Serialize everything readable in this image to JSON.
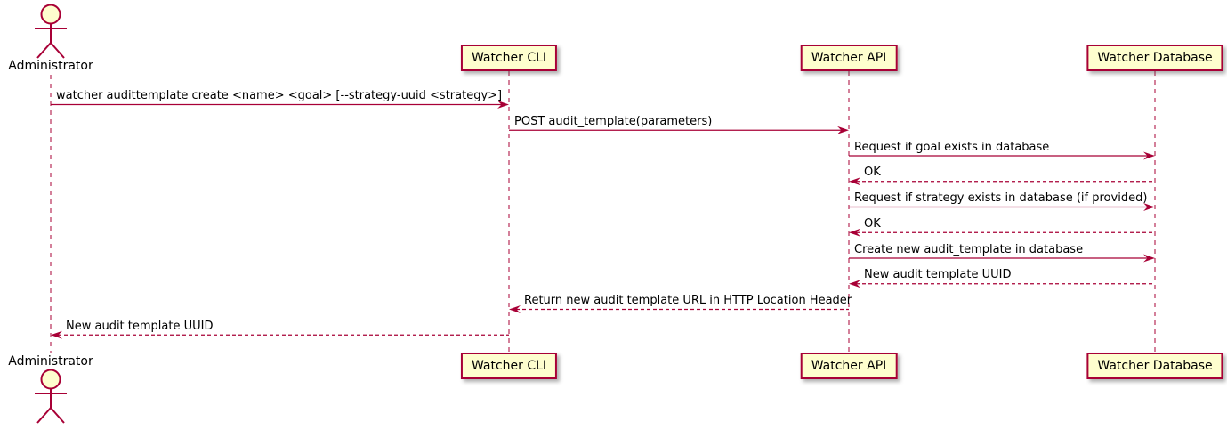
{
  "diagram": {
    "type": "sequence",
    "participants": [
      {
        "id": "administrator",
        "label": "Administrator",
        "kind": "actor"
      },
      {
        "id": "watcher-cli",
        "label": "Watcher CLI",
        "kind": "participant"
      },
      {
        "id": "watcher-api",
        "label": "Watcher API",
        "kind": "participant"
      },
      {
        "id": "watcher-database",
        "label": "Watcher Database",
        "kind": "participant"
      }
    ],
    "messages": [
      {
        "from": "administrator",
        "to": "watcher-cli",
        "label": "watcher audittemplate create <name> <goal> [--strategy-uuid <strategy>]",
        "line": "solid"
      },
      {
        "from": "watcher-cli",
        "to": "watcher-api",
        "label": "POST audit_template(parameters)",
        "line": "solid"
      },
      {
        "from": "watcher-api",
        "to": "watcher-database",
        "label": "Request if goal exists in database",
        "line": "solid"
      },
      {
        "from": "watcher-database",
        "to": "watcher-api",
        "label": "OK",
        "line": "dashed"
      },
      {
        "from": "watcher-api",
        "to": "watcher-database",
        "label": "Request if strategy exists in database (if provided)",
        "line": "solid"
      },
      {
        "from": "watcher-database",
        "to": "watcher-api",
        "label": "OK",
        "line": "dashed"
      },
      {
        "from": "watcher-api",
        "to": "watcher-database",
        "label": "Create new audit_template in database",
        "line": "solid"
      },
      {
        "from": "watcher-database",
        "to": "watcher-api",
        "label": "New audit template UUID",
        "line": "dashed"
      },
      {
        "from": "watcher-api",
        "to": "watcher-cli",
        "label": "Return new audit template URL in HTTP Location Header",
        "line": "dashed"
      },
      {
        "from": "watcher-cli",
        "to": "administrator",
        "label": "New audit template UUID",
        "line": "dashed"
      }
    ],
    "colors": {
      "accent": "#A80036",
      "participant_fill": "#FEFECE",
      "text": "#000000"
    }
  }
}
